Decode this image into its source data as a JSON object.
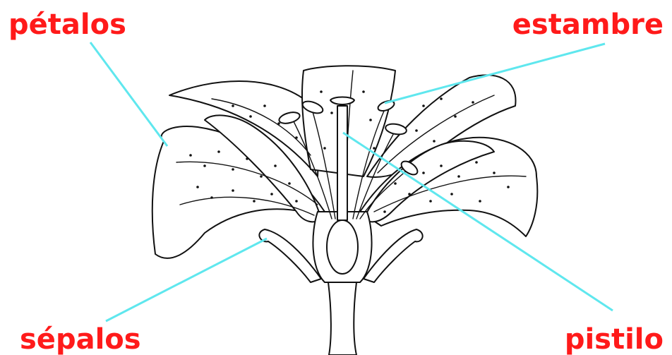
{
  "labels": {
    "petals": "pétalos",
    "stamen": "estambre",
    "sepals": "sépalos",
    "pistil": "pistilo"
  },
  "colors": {
    "label": "#ff1a1a",
    "leader": "#5fe7ee",
    "ink": "#111111"
  }
}
